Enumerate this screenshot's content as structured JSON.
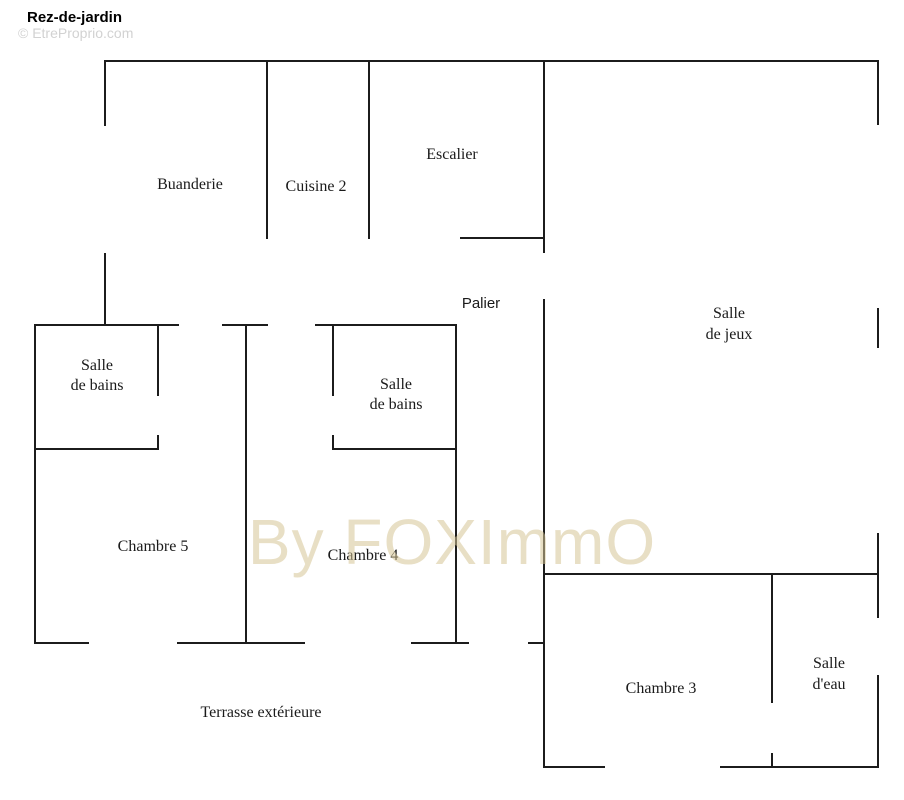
{
  "title": "Rez-de-jardin",
  "copyright": "© EtreProprio.com",
  "watermark": "By FOXImmO",
  "rooms": {
    "buanderie": "Buanderie",
    "cuisine2": "Cuisine 2",
    "escalier": "Escalier",
    "palier": "Palier",
    "salle_de_jeux": [
      "Salle",
      "de jeux"
    ],
    "salle_de_bains_1": [
      "Salle",
      "de bains"
    ],
    "salle_de_bains_2": [
      "Salle",
      "de bains"
    ],
    "chambre5": "Chambre 5",
    "chambre4": "Chambre 4",
    "chambre3": "Chambre 3",
    "salle_deau": [
      "Salle",
      "d'eau"
    ],
    "terrasse": "Terrasse extérieure"
  }
}
